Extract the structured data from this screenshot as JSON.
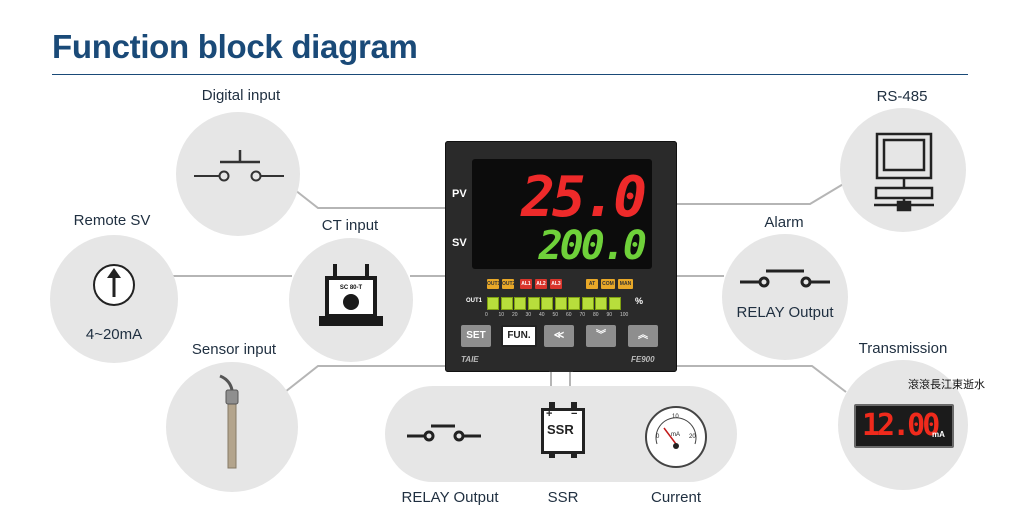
{
  "title": "Function block diagram",
  "labels": {
    "digital_input": "Digital input",
    "remote_sv": "Remote SV",
    "remote_sv_range": "4~20mA",
    "ct_input": "CT input",
    "sensor_input": "Sensor input",
    "rs485": "RS-485",
    "alarm": "Alarm",
    "alarm_relay": "RELAY Output",
    "transmission": "Transmission",
    "transmission_note": "滾滾長江東逝水",
    "relay_output": "RELAY Output",
    "ssr": "SSR",
    "current": "Current"
  },
  "controller": {
    "pv_label": "PV",
    "sv_label": "SV",
    "pv_value": "25.0",
    "sv_value": "200.0",
    "indicators": [
      "OUT1",
      "OUT2",
      "AL1",
      "AL2",
      "AL3",
      "AT",
      "COM",
      "MAN"
    ],
    "bar_label": "OUT1",
    "bar_unit": "%",
    "bar_ticks": [
      "0",
      "10",
      "20",
      "30",
      "40",
      "50",
      "60",
      "70",
      "80",
      "90",
      "100"
    ],
    "keys": {
      "set": "SET",
      "fun": "FUN.",
      "shift": "≪",
      "down": "︾",
      "up": "︽"
    },
    "brand": "TAIE",
    "model": "FE900",
    "colors": {
      "pv": "#ee2a2a",
      "sv": "#6fd13a",
      "bar": "#b8de3c"
    }
  },
  "ct_marking": "SC 80-T",
  "ssr_symbol": {
    "plus": "+",
    "minus": "−",
    "text": "SSR"
  },
  "meter": {
    "ticks": [
      "0",
      "10",
      "20"
    ],
    "unit": "mA"
  },
  "transmission_display": {
    "value": "12.00",
    "unit": "mA"
  }
}
